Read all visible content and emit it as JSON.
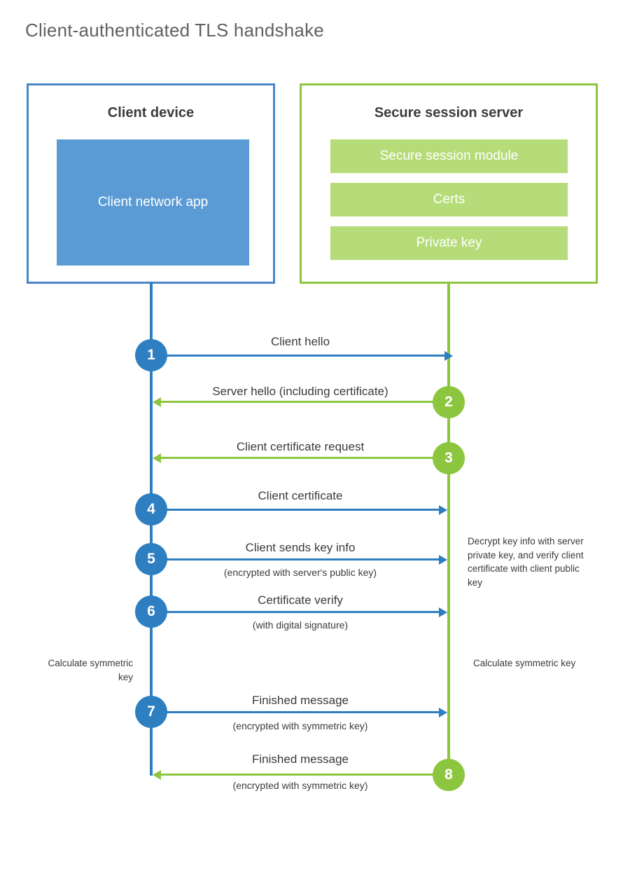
{
  "title": "Client-authenticated TLS handshake",
  "colors": {
    "client_accent": "#2e7fc1",
    "client_border": "#4a86c8",
    "client_app_fill": "#5b9bd5",
    "server_accent": "#8cc63f",
    "server_block_fill": "#b5dc78",
    "text": "#3b3b3d",
    "title_text": "#5f6163",
    "background": "#ffffff"
  },
  "actors": {
    "client": {
      "title": "Client device",
      "blocks": [
        {
          "label": "Client network app"
        }
      ]
    },
    "server": {
      "title": "Secure session server",
      "blocks": [
        {
          "label": "Secure session module"
        },
        {
          "label": "Certs"
        },
        {
          "label": "Private key"
        }
      ]
    }
  },
  "steps": [
    {
      "number": "1",
      "label": "Client hello",
      "sublabel": "",
      "direction": "client-to-server",
      "origin": "client"
    },
    {
      "number": "2",
      "label": "Server hello (including certificate)",
      "sublabel": "",
      "direction": "server-to-client",
      "origin": "server"
    },
    {
      "number": "3",
      "label": "Client certificate request",
      "sublabel": "",
      "direction": "server-to-client",
      "origin": "server"
    },
    {
      "number": "4",
      "label": "Client certificate",
      "sublabel": "",
      "direction": "client-to-server",
      "origin": "client"
    },
    {
      "number": "5",
      "label": "Client sends key info",
      "sublabel": "(encrypted with server's public key)",
      "direction": "client-to-server",
      "origin": "client"
    },
    {
      "number": "6",
      "label": "Certificate verify",
      "sublabel": "(with digital signature)",
      "direction": "client-to-server",
      "origin": "client"
    },
    {
      "number": "7",
      "label": "Finished message",
      "sublabel": "(encrypted with symmetric key)",
      "direction": "client-to-server",
      "origin": "client"
    },
    {
      "number": "8",
      "label": "Finished message",
      "sublabel": "(encrypted with symmetric key)",
      "direction": "server-to-client",
      "origin": "server"
    }
  ],
  "notes": {
    "server_decrypt": "Decrypt key info with server private key, and verify client certificate with client public key",
    "client_calculate": "Calculate symmetric key",
    "server_calculate": "Calculate symmetric key"
  }
}
